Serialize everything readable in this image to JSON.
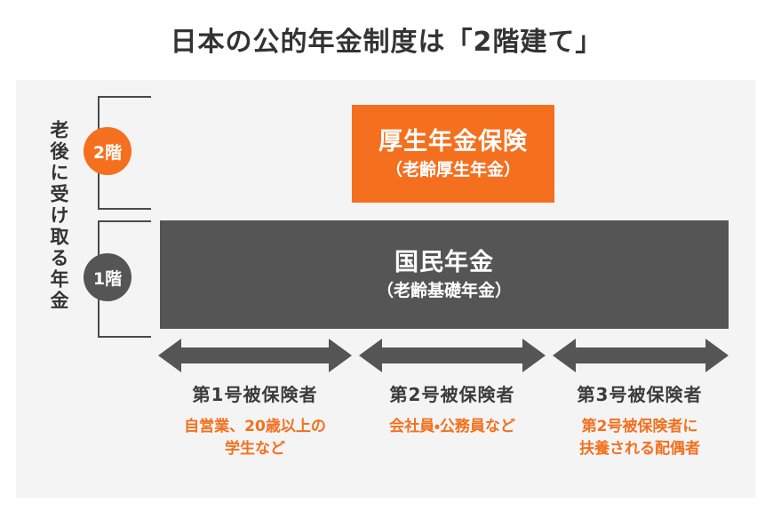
{
  "title": "日本の公的年金制度は「2階建て」",
  "side_label": "老後に受け取る年金",
  "badges": [
    {
      "name": "tier-2",
      "label": "2階",
      "color": "#f4701f"
    },
    {
      "name": "tier-1",
      "label": "1階",
      "color": "#555555"
    }
  ],
  "tiers": [
    {
      "name": "kosei-nenkin",
      "main": "厚生年金保険",
      "sub": "（老齢厚生年金）",
      "color": "#f4701f"
    },
    {
      "name": "kokumin-nenkin",
      "main": "国民年金",
      "sub": "（老齢基礎年金）",
      "color": "#555555"
    }
  ],
  "arrow_color": "#555555",
  "categories": [
    {
      "name": "dai-1-go",
      "title": "第1号被保険者",
      "desc": "自営業、20歳以上の\n学生など"
    },
    {
      "name": "dai-2-go",
      "title": "第2号被保険者",
      "desc": "会社員・公務員など"
    },
    {
      "name": "dai-3-go",
      "title": "第3号被保険者",
      "desc": "第2号被保険者に\n扶養される配偶者"
    }
  ],
  "colors": {
    "accent": "#f4701f",
    "neutral": "#555555",
    "panel_bg": "#f4f4f4",
    "page_bg": "#ffffff",
    "title_text": "#333333"
  }
}
